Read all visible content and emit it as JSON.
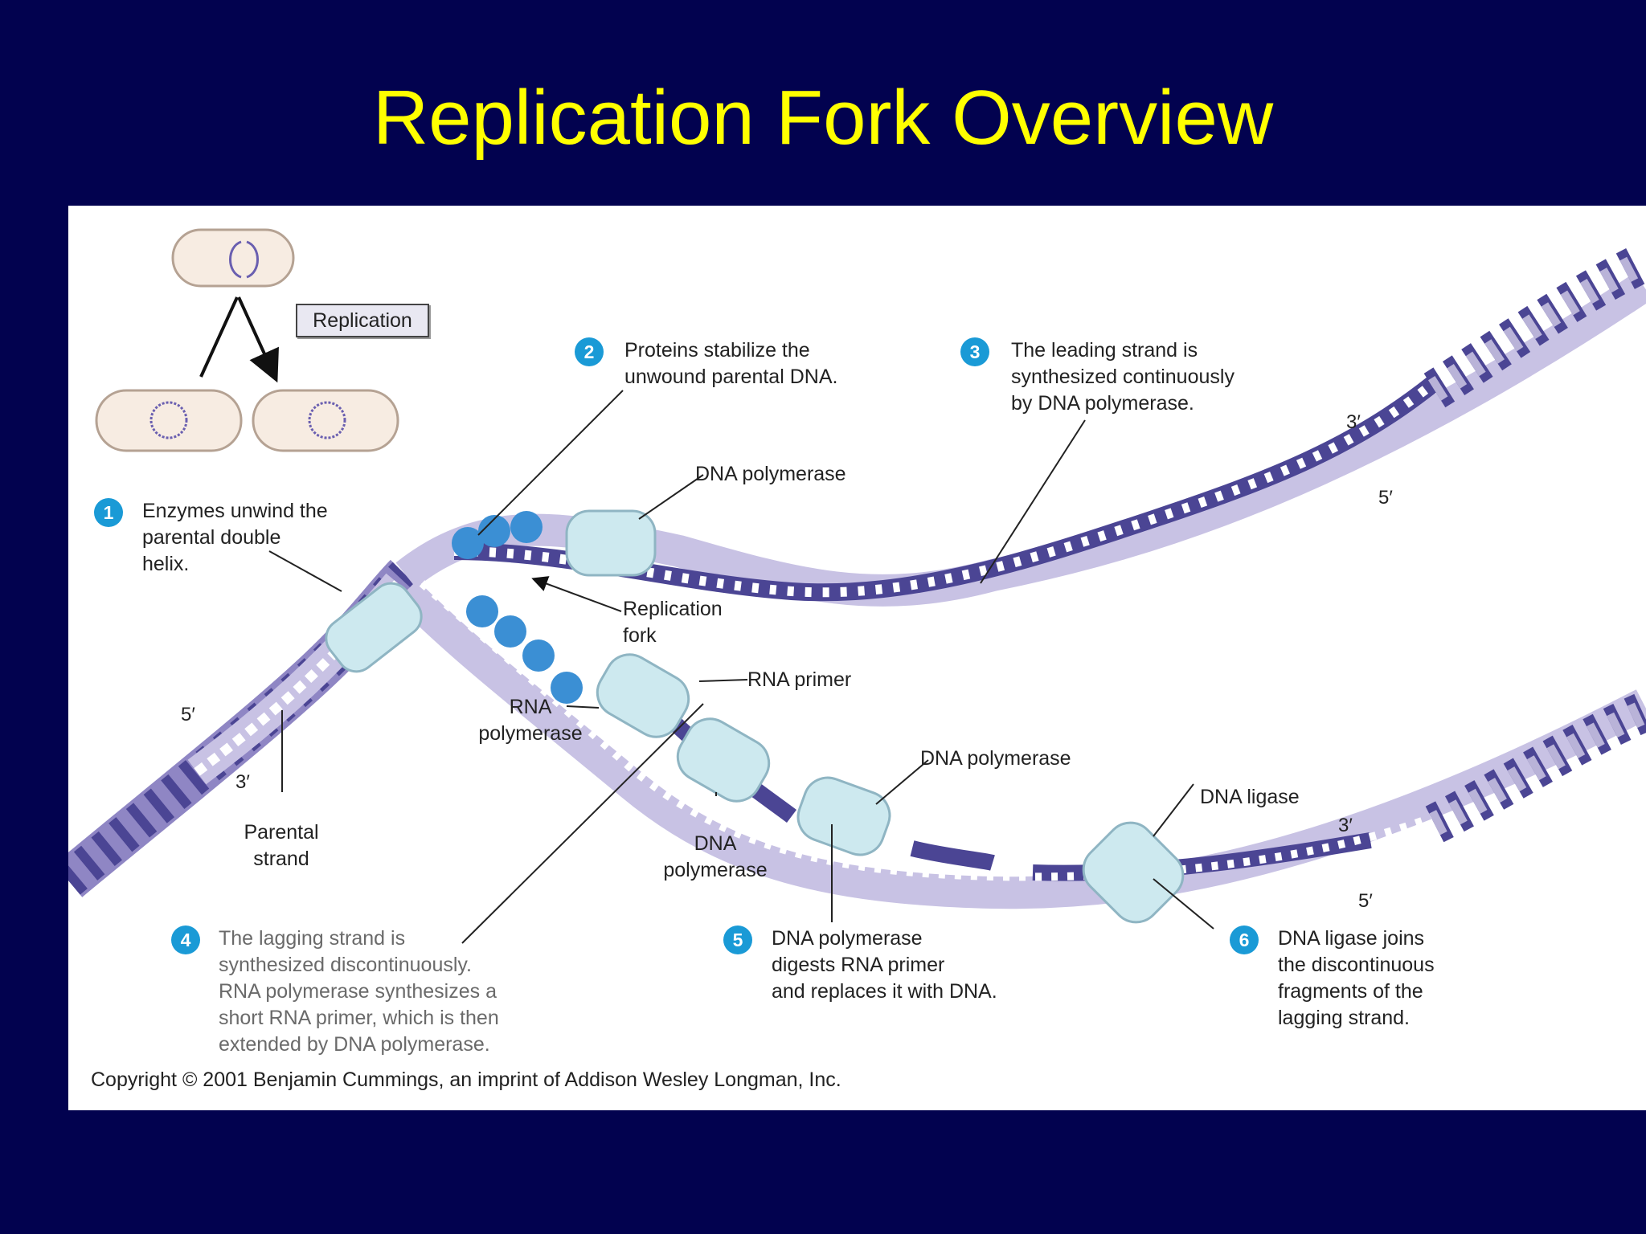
{
  "slide": {
    "title": "Replication Fork Overview"
  },
  "figure": {
    "replication_box": "Replication",
    "steps": [
      {
        "number": "1",
        "text": "Enzymes unwind the\nparental double\nhelix."
      },
      {
        "number": "2",
        "text": "Proteins stabilize the\nunwound parental DNA."
      },
      {
        "number": "3",
        "text": "The leading strand is\nsynthesized continuously\nby DNA polymerase."
      },
      {
        "number": "4",
        "text": "The lagging strand is\nsynthesized discontinuously.\nRNA polymerase synthesizes a\nshort RNA primer, which is then\nextended by DNA polymerase."
      },
      {
        "number": "5",
        "text": "DNA polymerase\ndigests RNA primer\nand replaces it with DNA."
      },
      {
        "number": "6",
        "text": "DNA ligase joins\nthe discontinuous\nfragments of the\nlagging strand."
      }
    ],
    "labels": {
      "dna_polymerase_top": "DNA polymerase",
      "replication_fork": "Replication\nfork",
      "rna_primer": "RNA primer",
      "rna_polymerase": "RNA\npolymerase",
      "dna_polymerase_lower": "DNA\npolymerase",
      "dna_polymerase_mid": "DNA polymerase",
      "dna_ligase": "DNA ligase",
      "parental_strand": "Parental\nstrand"
    },
    "strand_ends": {
      "parental_5": "5′",
      "parental_3": "3′",
      "leading_3": "3′",
      "leading_5": "5′",
      "lagging_3": "3′",
      "lagging_5": "5′"
    },
    "copyright": "Copyright © 2001 Benjamin Cummings, an imprint of Addison Wesley Longman, Inc."
  },
  "colors": {
    "background": "#02024f",
    "title": "#ffff00",
    "strand_light": "#b9b3d8",
    "strand_dark": "#4b4594",
    "enzyme": "#cde9ef",
    "ssb_protein": "#3b8fd4",
    "badge": "#1a9ad6"
  }
}
